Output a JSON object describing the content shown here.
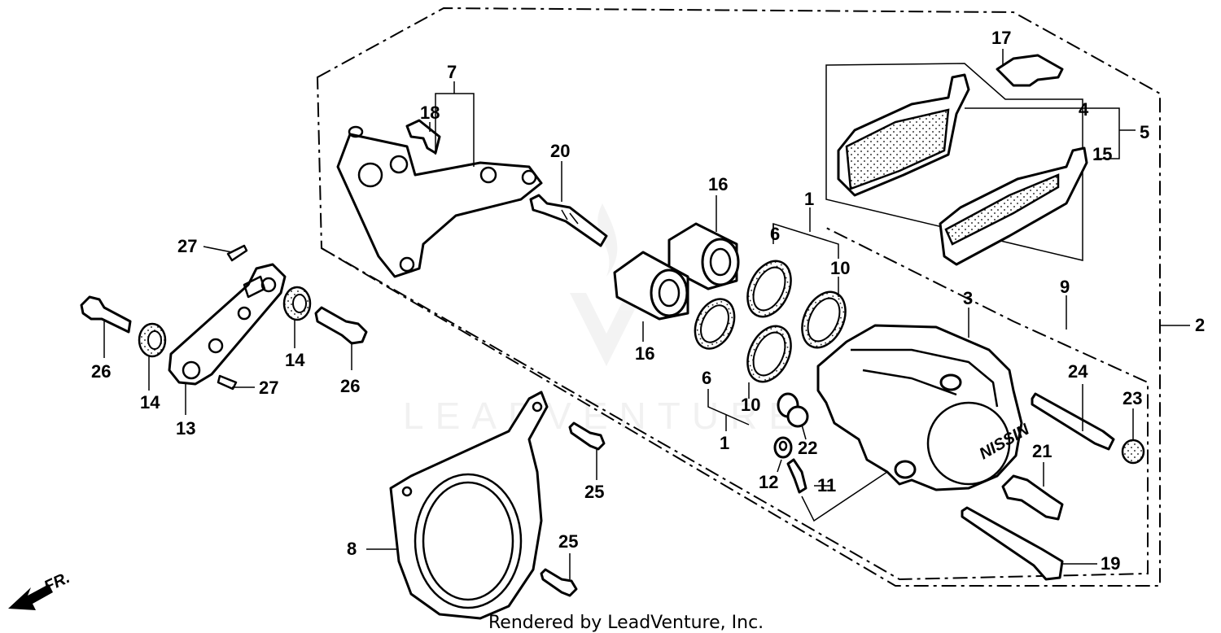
{
  "callouts": {
    "c1a": "1",
    "c1b": "1",
    "c2": "2",
    "c3": "3",
    "c4": "4",
    "c5": "5",
    "c6a": "6",
    "c6b": "6",
    "c7": "7",
    "c8": "8",
    "c9": "9",
    "c10a": "10",
    "c10b": "10",
    "c11": "11",
    "c12": "12",
    "c13": "13",
    "c14a": "14",
    "c14b": "14",
    "c15": "15",
    "c16a": "16",
    "c16b": "16",
    "c17": "17",
    "c18": "18",
    "c19": "19",
    "c20": "20",
    "c21": "21",
    "c22": "22",
    "c23": "23",
    "c24": "24",
    "c25a": "25",
    "c25b": "25",
    "c26a": "26",
    "c26b": "26",
    "c27a": "27",
    "c27b": "27"
  },
  "front_marker": "FR.",
  "watermark": "LEADVENTURE",
  "caliper_brand": "NISSIN",
  "credit": "Rendered by LeadVenture, Inc."
}
